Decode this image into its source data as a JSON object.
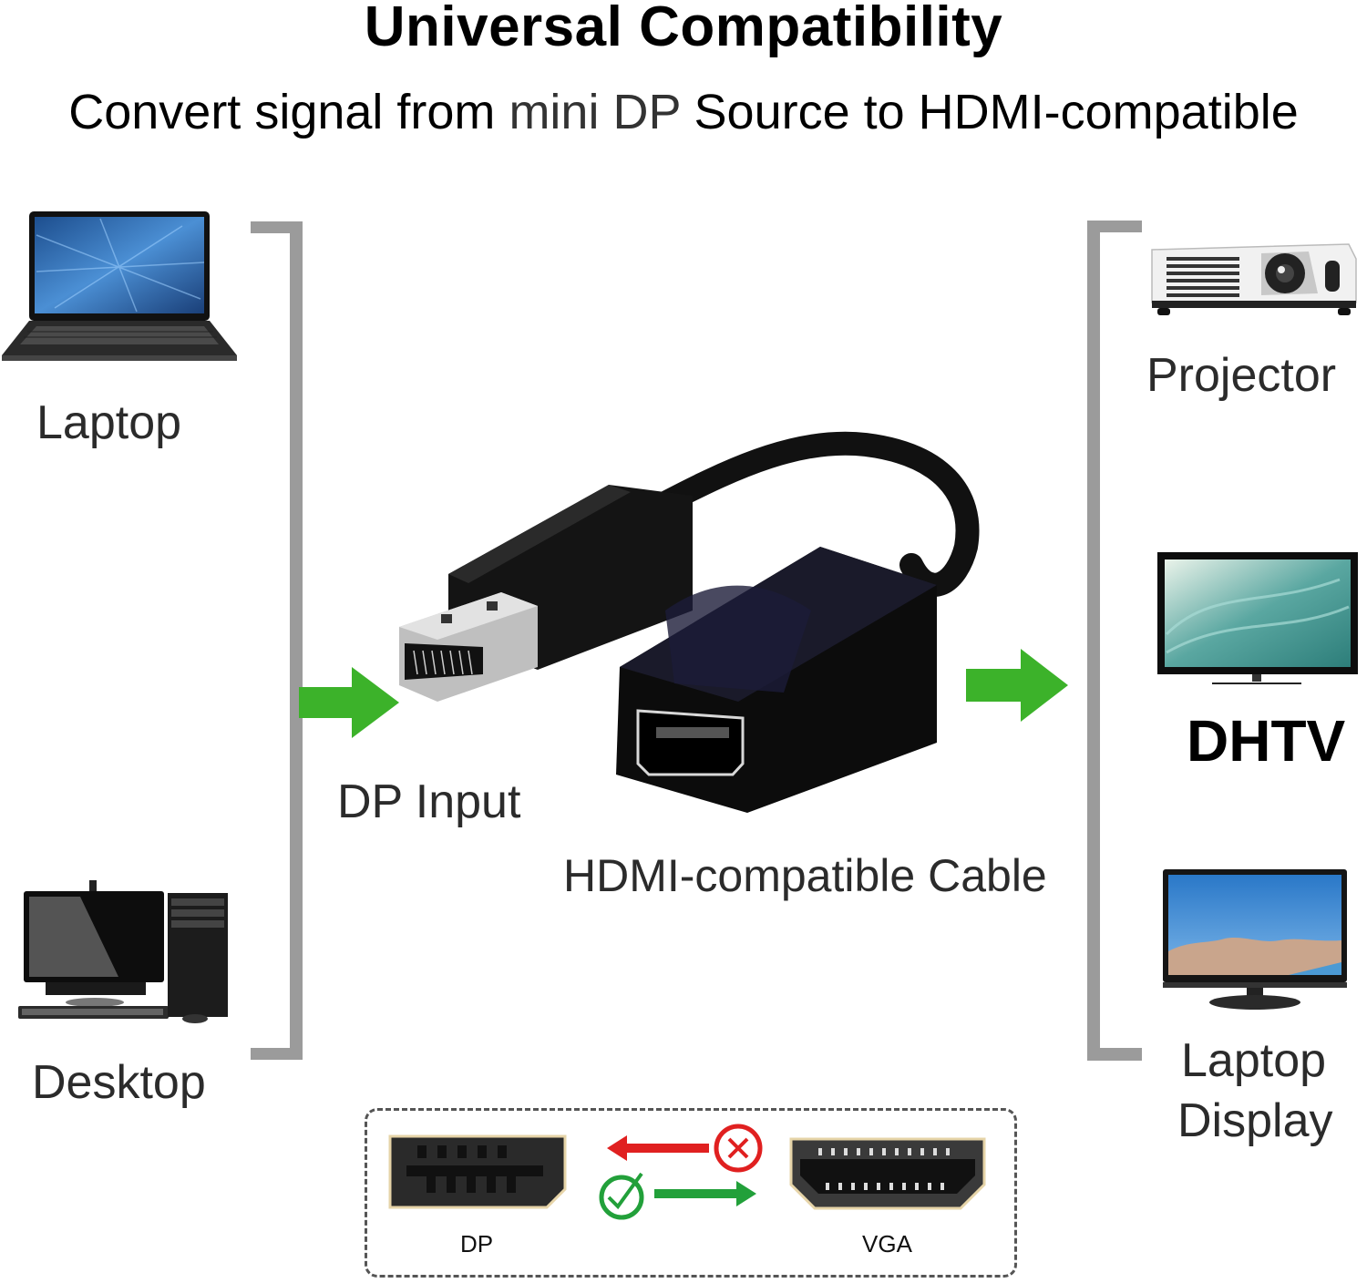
{
  "header": {
    "title": "Universal Compatibility",
    "subtitle_part1": "Convert signal from",
    "subtitle_part2": "mini DP",
    "subtitle_part3": "Source to HDMI-compatible"
  },
  "sources": [
    {
      "label": "Laptop",
      "icon": "laptop-icon"
    },
    {
      "label": "Desktop",
      "icon": "desktop-computer-icon"
    }
  ],
  "center": {
    "input_label": "DP Input",
    "cable_label": "HDMI-compatible Cable"
  },
  "outputs": [
    {
      "label": "Projector",
      "icon": "projector-icon"
    },
    {
      "label": "DHTV",
      "icon": "tv-icon"
    },
    {
      "label_line1": "Laptop",
      "label_line2": "Display",
      "icon": "monitor-icon"
    }
  ],
  "compat_box": {
    "left_port": "DP",
    "right_port": "VGA"
  },
  "colors": {
    "arrow_green": "#3cb22a",
    "reject_red": "#e02020",
    "accept_green": "#22a03a",
    "bracket_gray": "#9b9b9b"
  }
}
